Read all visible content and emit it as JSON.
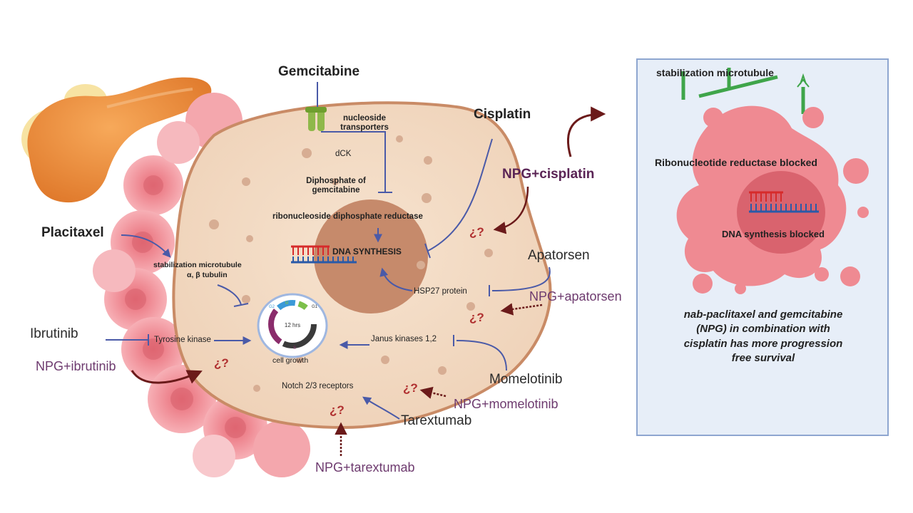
{
  "drugs": {
    "gemcitabine": "Gemcitabine",
    "cisplatin": "Cisplatin",
    "placitaxel": "Placitaxel",
    "apatorsen": "Apatorsen",
    "ibrutinib": "Ibrutinib",
    "momelotinib": "Momelotinib",
    "tarextumab": "Tarextumab"
  },
  "combinations": {
    "cisplatin": "NPG+cisplatin",
    "apatorsen": "NPG+apatorsen",
    "ibrutinib": "NPG+ibrutinib",
    "momelotinib": "NPG+momelotinib",
    "tarextumab": "NPG+tarextumab"
  },
  "cell": {
    "nucleoside_transporters": "nucleoside transporters",
    "dck": "dCK",
    "diphosphate": "Diphosphate of gemcitabine",
    "reductase": "ribonucleoside diphosphate reductase",
    "dna_synthesis": "DNA SYNTHESIS",
    "stabilization": "stabilization microtubule",
    "tubulin": "α, β tubulin",
    "hsp27": "HSP27 protein",
    "tyrosine_kinase": "Tyrosine kinase",
    "janus_kinases": "Janus kinases 1,2",
    "cell_growth": "cell growth",
    "notch": "Notch 2/3 receptors",
    "question_mark": "¿?",
    "cycle_center": "12 hrs",
    "cycle_g1": "G1",
    "cycle_g2": "G2",
    "cycle_m": "M",
    "cycle_s": "S"
  },
  "panel": {
    "stabilization": "stabilization microtubule",
    "reductase_blocked": "Ribonucleotide reductase blocked",
    "dna_blocked": "DNA synthesis blocked",
    "note": "nab-paclitaxel and gemcitabine (NPG) in combination with cisplatin has more progression free survival"
  },
  "colors": {
    "cell_fill": "#f3dcc6",
    "cell_border": "#c98b66",
    "nucleus": "#c68a6b",
    "arrow_blue": "#4a5aa8",
    "arrow_dark_red": "#6b1a1a",
    "npg_purple": "#6e3b6f",
    "tumor_pink": "#ef8a92",
    "panel_bg": "#e7eef8",
    "panel_border": "#8ea6d0"
  }
}
